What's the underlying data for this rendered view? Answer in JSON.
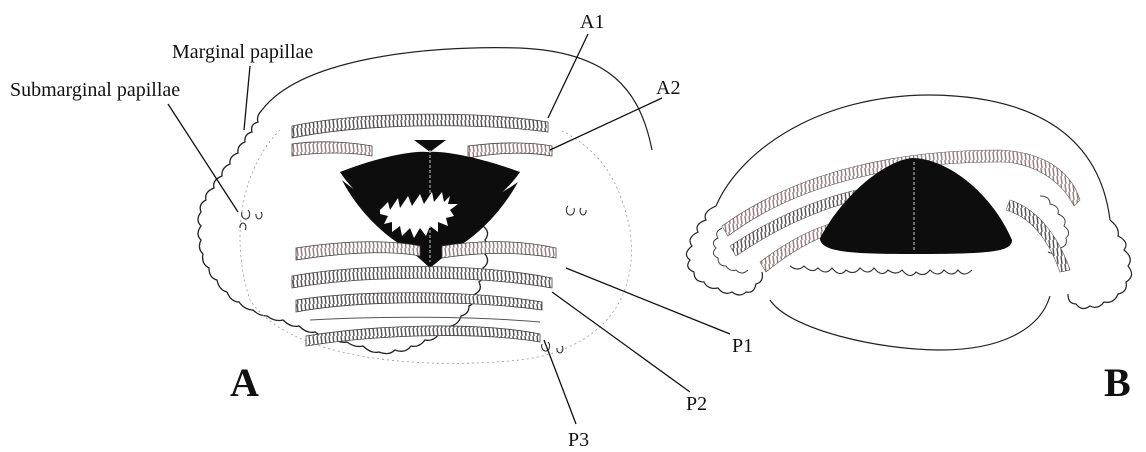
{
  "labels": {
    "marginal": "Marginal papillae",
    "submarginal": "Submarginal papillae",
    "a1": "A1",
    "a2": "A2",
    "p1": "P1",
    "p2": "P2",
    "p3": "P3"
  },
  "panels": {
    "a": "A",
    "b": "B"
  },
  "colors": {
    "ink": "#111111",
    "jaw": "#0d0d0d",
    "tooth_row": "#6b5f60",
    "tooth_row_tint": "#b08888"
  }
}
